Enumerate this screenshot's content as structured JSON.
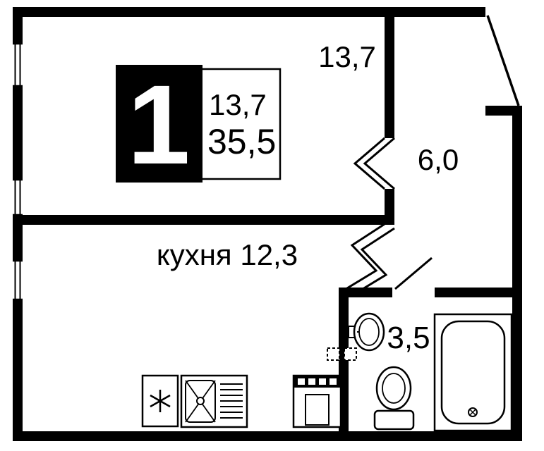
{
  "plan_labels": {
    "room_area": "13,7",
    "hallway_area": "6,0",
    "kitchen_label": "кухня 12,3",
    "bathroom_area": "3,5"
  },
  "badge": {
    "rooms": "1",
    "living_area": "13,7",
    "total_area": "35,5"
  },
  "colors": {
    "wall": "#000000",
    "background": "#ffffff",
    "badge_box": "#000000",
    "badge_text": "#ffffff"
  },
  "icons": {
    "window": "double-line-window",
    "entrance_door": "diagonal-door-leaf",
    "bathroom_door": "diagonal-door-leaf",
    "opening": "zigzag-wall-break",
    "fridge": "square-with-snowflake",
    "kitchen_sink": "crossed-bowl-with-drainer",
    "stove": "oven-with-burner-strip",
    "washbasin": "oval-basin-with-tap",
    "toilet": "bowl-with-cistern",
    "bathtub": "rounded-tub-with-drain",
    "vent_shaft": "dashed-square"
  }
}
